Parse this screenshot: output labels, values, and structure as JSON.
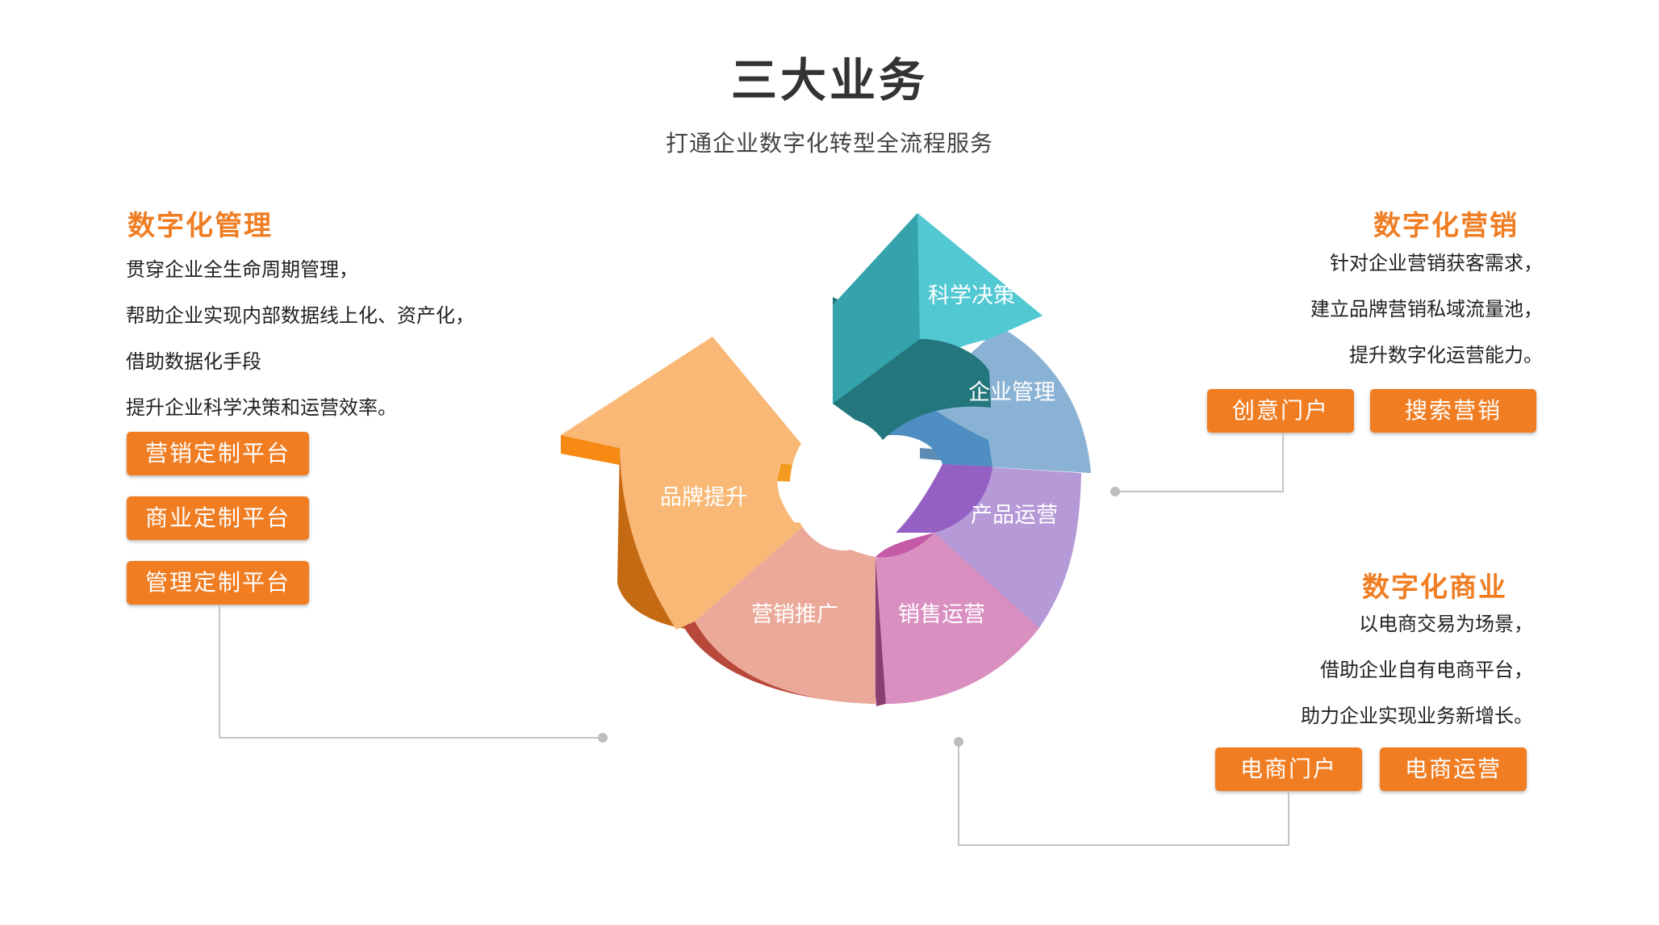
{
  "header": {
    "title": "三大业务",
    "subtitle": "打通企业数字化转型全流程服务"
  },
  "left": {
    "title": "数字化管理",
    "lines": [
      "贯穿企业全生命周期管理，",
      "帮助企业实现内部数据线上化、资产化，",
      "借助数据化手段",
      "提升企业科学决策和运营效率。"
    ],
    "buttons": [
      "营销定制平台",
      "商业定制平台",
      "管理定制平台"
    ]
  },
  "right_top": {
    "title": "数字化营销",
    "lines": [
      "针对企业营销获客需求，",
      "建立品牌营销私域流量池，",
      "提升数字化运营能力。"
    ],
    "buttons": [
      "创意门户",
      "搜索营销"
    ]
  },
  "right_bottom": {
    "title": "数字化商业",
    "lines": [
      "以电商交易为场景，",
      "借助企业自有电商平台，",
      "助力企业实现业务新增长。"
    ],
    "buttons": [
      "电商门户",
      "电商运营"
    ]
  },
  "cycle": {
    "segments": [
      {
        "label": "科学决策",
        "color": "#52c8d2"
      },
      {
        "label": "企业管理",
        "color": "#8ab2d4"
      },
      {
        "label": "产品运营",
        "color": "#b69ad8"
      },
      {
        "label": "销售运营",
        "color": "#d98fc0"
      },
      {
        "label": "营销推广",
        "color": "#eba99a"
      },
      {
        "label": "品牌提升",
        "color": "#f9b875"
      }
    ]
  },
  "colors": {
    "accent": "#f07d22",
    "connector": "#c4c4c4"
  }
}
